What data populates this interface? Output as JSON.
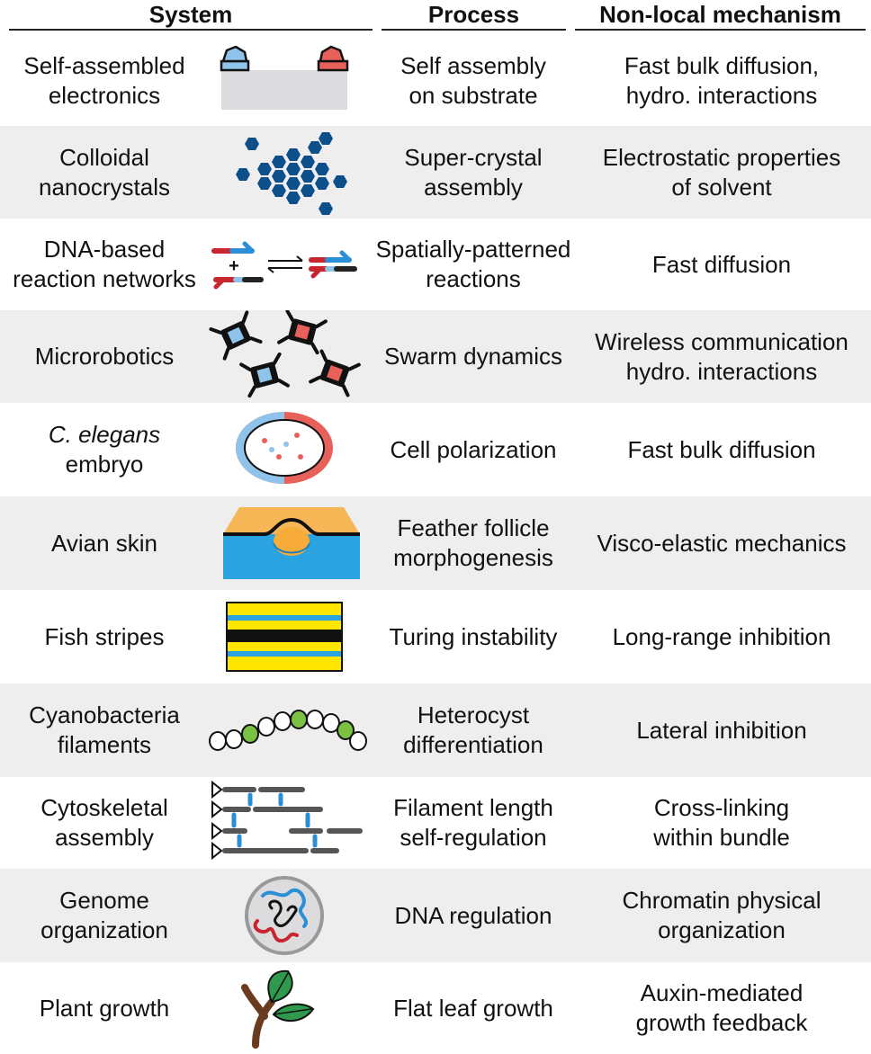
{
  "headers": {
    "system": "System",
    "process": "Process",
    "mechanism": "Non-local mechanism"
  },
  "rows": [
    {
      "system": [
        "Self-assembled",
        "electronics"
      ],
      "process": [
        "Self assembly",
        "on substrate"
      ],
      "mechanism": [
        "Fast bulk diffusion,",
        "hydro. interactions"
      ],
      "icon": "self-assembly-substrate-icon"
    },
    {
      "system": [
        "Colloidal",
        "nanocrystals"
      ],
      "process": [
        "Super-crystal",
        "assembly"
      ],
      "mechanism": [
        "Electrostatic properties",
        "of solvent"
      ],
      "icon": "hexagon-nanocrystal-icon"
    },
    {
      "system": [
        "DNA-based",
        "reaction networks"
      ],
      "process": [
        "Spatially-patterned",
        "reactions"
      ],
      "mechanism": [
        "Fast diffusion"
      ],
      "icon": "dna-strand-reaction-icon"
    },
    {
      "system": [
        "Microrobotics"
      ],
      "process": [
        "Swarm dynamics"
      ],
      "mechanism": [
        "Wireless communication",
        "hydro. interactions"
      ],
      "icon": "microrobot-swarm-icon"
    },
    {
      "system": [
        "C. elegans",
        "embryo"
      ],
      "process": [
        "Cell polarization"
      ],
      "mechanism": [
        "Fast bulk diffusion"
      ],
      "icon": "polarized-embryo-icon"
    },
    {
      "system": [
        "Avian skin"
      ],
      "process": [
        "Feather follicle",
        "morphogenesis"
      ],
      "mechanism": [
        "Visco-elastic mechanics"
      ],
      "icon": "skin-follicle-icon"
    },
    {
      "system": [
        "Fish stripes"
      ],
      "process": [
        "Turing instability"
      ],
      "mechanism": [
        "Long-range inhibition"
      ],
      "icon": "stripe-pattern-icon"
    },
    {
      "system": [
        "Cyanobacteria",
        "filaments"
      ],
      "process": [
        "Heterocyst",
        "differentiation"
      ],
      "mechanism": [
        "Lateral inhibition"
      ],
      "icon": "cell-filament-icon"
    },
    {
      "system": [
        "Cytoskeletal",
        "assembly"
      ],
      "process": [
        "Filament length",
        "self-regulation"
      ],
      "mechanism": [
        "Cross-linking",
        "within bundle"
      ],
      "icon": "filament-bundle-icon"
    },
    {
      "system": [
        "Genome",
        "organization"
      ],
      "process": [
        "DNA regulation"
      ],
      "mechanism": [
        "Chromatin physical",
        "organization"
      ],
      "icon": "chromatin-nucleus-icon"
    },
    {
      "system": [
        "Plant growth"
      ],
      "process": [
        "Flat leaf growth"
      ],
      "mechanism": [
        "Auxin-mediated",
        "growth feedback"
      ],
      "icon": "plant-leaf-icon"
    }
  ],
  "colors": {
    "blue_light": "#8fc3ea",
    "blue_dark": "#0d4f8b",
    "blue_mid": "#2a8fd6",
    "red": "#e8605a",
    "dark_red": "#c8252f",
    "yellow": "#ffe600",
    "orange": "#f7ac3a",
    "green": "#7cc242",
    "leaf_green": "#2f9a4e",
    "brown": "#6b3b1f",
    "shade": "#eeeeef"
  }
}
